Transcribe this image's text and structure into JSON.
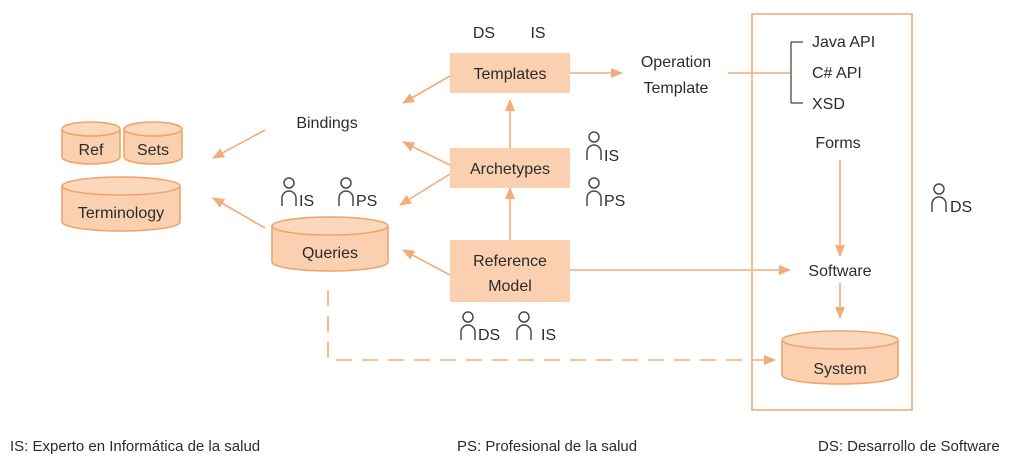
{
  "nodes": {
    "templates": "Templates",
    "archetypes": "Archetypes",
    "reference_model_line1": "Reference",
    "reference_model_line2": "Model",
    "queries": "Queries",
    "terminology": "Terminology",
    "ref": "Ref",
    "sets": "Sets",
    "system": "System"
  },
  "labels": {
    "bindings": "Bindings",
    "operation_template_line1": "Operation",
    "operation_template_line2": "Template",
    "java_api": "Java API",
    "csharp_api": "C# API",
    "xsd": "XSD",
    "forms": "Forms",
    "software": "Software",
    "templates_ds": "DS",
    "templates_is": "IS"
  },
  "roles": {
    "archetypes_is": "IS",
    "archetypes_ps": "PS",
    "queries_is": "IS",
    "queries_ps": "PS",
    "refmodel_ds": "DS",
    "refmodel_is": "IS",
    "system_ds": "DS"
  },
  "legend": {
    "is": "IS: Experto en Informática de la salud",
    "ps": "PS: Profesional de la salud",
    "ds": "DS: Desarrollo de Software"
  },
  "colors": {
    "node_fill": "#fbd0b0",
    "node_stroke": "#f0a46c",
    "arrow": "#f3ab7a",
    "text": "#2b2b2b"
  }
}
